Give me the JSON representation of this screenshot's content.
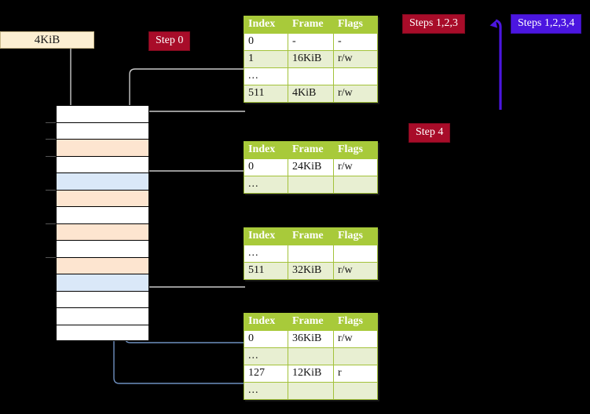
{
  "title": "Multi-level page table walk diagram",
  "background_color": "#000000",
  "palette": {
    "table_header": "#A8CA3A",
    "table_row_even": "#E8EFD2",
    "table_row_odd": "#FFFFFF",
    "highlight_cell": "#FCFCA8",
    "badge_red": "#A80C29",
    "badge_blue": "#4B16E0",
    "memory_peach": "#FDE5D0",
    "memory_blue": "#DAE8F8",
    "memory_white": "#FFFFFF",
    "kib_box": "#FCEFD2",
    "wire_gray": "#BFBFBF",
    "wire_blue": "#5B7FB5"
  },
  "kib_box": {
    "label": "4KiB"
  },
  "badges": {
    "step0": "Step 0",
    "step123": "Steps 1,2,3",
    "step4": "Step 4",
    "step1234": "Steps 1,2,3,4"
  },
  "memory": {
    "name": "physical-memory-column",
    "rows": [
      {
        "fill": "white",
        "tick": false
      },
      {
        "fill": "white",
        "tick": true
      },
      {
        "fill": "peach",
        "tick": true
      },
      {
        "fill": "white",
        "tick": true
      },
      {
        "fill": "blue",
        "tick": false
      },
      {
        "fill": "peach",
        "tick": true
      },
      {
        "fill": "white",
        "tick": false
      },
      {
        "fill": "peach",
        "tick": true
      },
      {
        "fill": "white",
        "tick": false
      },
      {
        "fill": "peach",
        "tick": true
      },
      {
        "fill": "blue",
        "tick": false
      },
      {
        "fill": "white",
        "tick": false
      },
      {
        "fill": "white",
        "tick": false
      },
      {
        "fill": "white",
        "tick": false
      }
    ]
  },
  "tables": [
    {
      "name": "page-table-level-0",
      "columns": [
        "Index",
        "Frame",
        "Flags"
      ],
      "rows": [
        {
          "cells": [
            "0",
            "-",
            "-"
          ],
          "highlight": [
            false,
            false,
            false
          ]
        },
        {
          "cells": [
            "1",
            "16KiB",
            "r/w"
          ],
          "highlight": [
            false,
            false,
            false
          ]
        },
        {
          "cells": [
            "...",
            "",
            ""
          ],
          "highlight": [
            false,
            false,
            false
          ]
        },
        {
          "cells": [
            "511",
            "4KiB",
            "r/w"
          ],
          "highlight": [
            true,
            true,
            true
          ]
        }
      ]
    },
    {
      "name": "page-table-level-1",
      "columns": [
        "Index",
        "Frame",
        "Flags"
      ],
      "rows": [
        {
          "cells": [
            "0",
            "24KiB",
            "r/w"
          ],
          "highlight": [
            false,
            false,
            false
          ]
        },
        {
          "cells": [
            "...",
            "",
            ""
          ],
          "highlight": [
            false,
            false,
            false
          ]
        }
      ]
    },
    {
      "name": "page-table-level-2",
      "columns": [
        "Index",
        "Frame",
        "Flags"
      ],
      "rows": [
        {
          "cells": [
            "...",
            "",
            ""
          ],
          "highlight": [
            false,
            false,
            false
          ]
        },
        {
          "cells": [
            "511",
            "32KiB",
            "r/w"
          ],
          "highlight": [
            false,
            false,
            false
          ]
        }
      ]
    },
    {
      "name": "page-table-level-3",
      "columns": [
        "Index",
        "Frame",
        "Flags"
      ],
      "rows": [
        {
          "cells": [
            "0",
            "36KiB",
            "r/w"
          ],
          "highlight": [
            false,
            false,
            false
          ]
        },
        {
          "cells": [
            "...",
            "",
            ""
          ],
          "highlight": [
            false,
            false,
            false
          ]
        },
        {
          "cells": [
            "127",
            "12KiB",
            "r"
          ],
          "highlight": [
            false,
            false,
            false
          ]
        },
        {
          "cells": [
            "...",
            "",
            ""
          ],
          "highlight": [
            false,
            false,
            false
          ]
        }
      ]
    }
  ]
}
